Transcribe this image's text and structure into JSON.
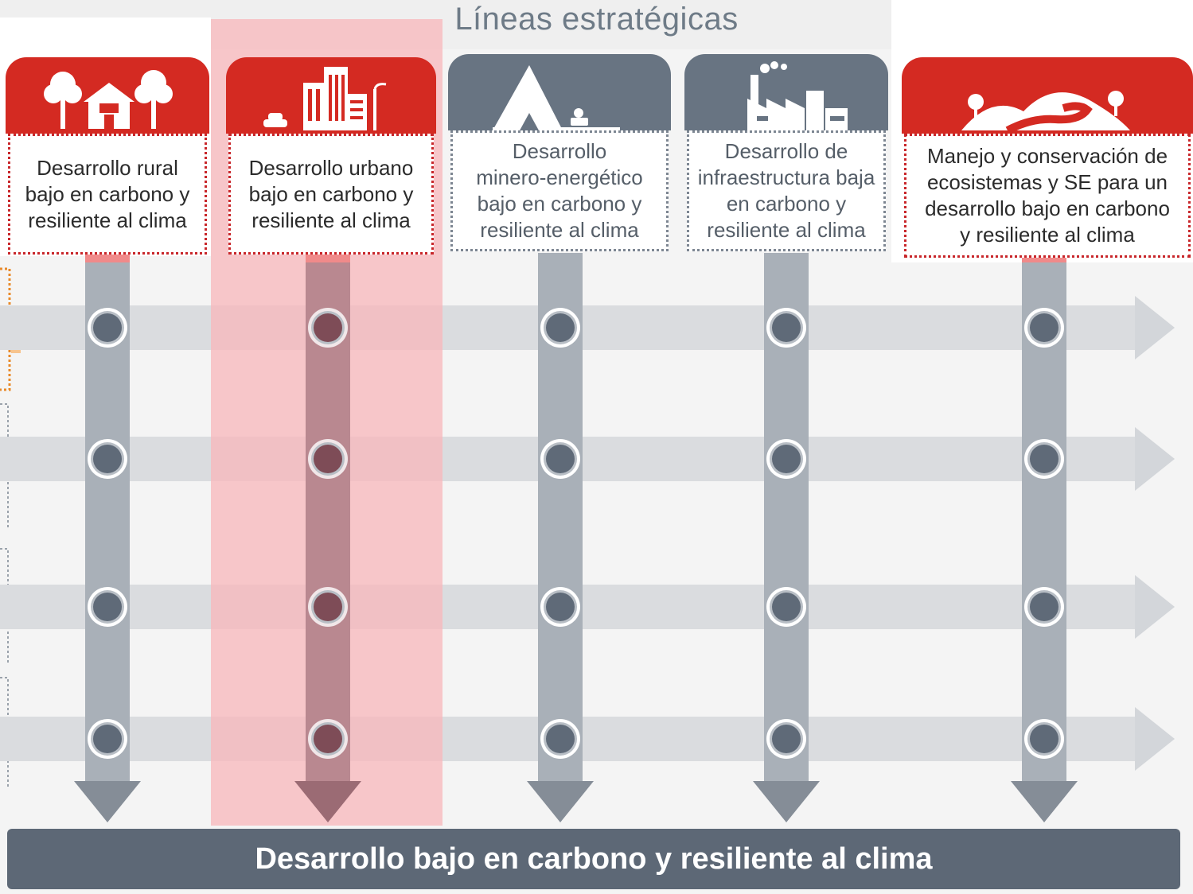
{
  "header": {
    "title": "Líneas estratégicas"
  },
  "lines": [
    {
      "label": "Desarrollo rural\nbajo en carbono y\nresiliente al clima",
      "style": "red",
      "icon": "rural-houses-trees-icon"
    },
    {
      "label": "Desarrollo urbano\nbajo en carbono y\nresiliente al clima",
      "style": "red",
      "icon": "city-buildings-car-icon",
      "highlighted": true
    },
    {
      "label": "Desarrollo\nminero-energético\nbajo en carbono y\nresiliente al clima",
      "style": "grey",
      "icon": "mountain-mining-icon"
    },
    {
      "label": "Desarrollo de\ninfraestructura baja\nen carbono y\nresiliente al clima",
      "style": "grey",
      "icon": "factory-icon"
    },
    {
      "label": "Manejo y conservación de\necosistemas y SE para un\ndesarrollo bajo en carbono\ny resiliente al clima",
      "style": "red",
      "icon": "landscape-river-trees-icon"
    }
  ],
  "conclusion": {
    "label": "Desarrollo bajo en carbono y resiliente al clima"
  },
  "colors": {
    "red": "#d42a22",
    "grey": "#687482",
    "highlight": "#f7b8bc",
    "node": "#5f6a78",
    "track": "#a9b0b8",
    "rail": "#dadcdf"
  }
}
